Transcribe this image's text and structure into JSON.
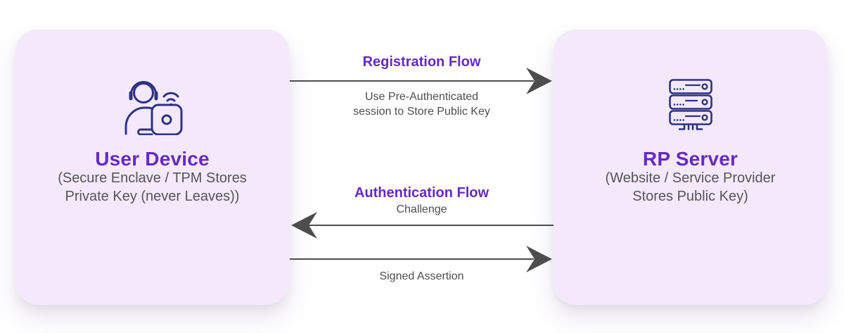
{
  "colors": {
    "box_bg": "#f3e9fb",
    "purple": "#6629c0",
    "icon_navy": "#2e3383",
    "flow_text": "#4e4e4e",
    "subtitle_text": "#555555",
    "arrow": "#4d4d4d"
  },
  "nodes": {
    "user_device": {
      "title": "User Device",
      "subtitle_lines": [
        "(Secure Enclave / TPM Stores",
        "Private Key (never Leaves))"
      ],
      "icon": "user-at-laptop-icon"
    },
    "rp_server": {
      "title": "RP Server",
      "subtitle_lines": [
        "(Website / Service Provider",
        "Stores Public Key)"
      ],
      "icon": "server-rack-icon"
    }
  },
  "flows": {
    "registration": {
      "label": "Registration Flow",
      "description_lines": [
        "Use Pre-Authenticated",
        "session to Store Public Key"
      ],
      "direction": "left-to-right"
    },
    "authentication": {
      "label": "Authentication Flow",
      "description": "Challenge",
      "direction": "right-to-left"
    },
    "signed_assertion": {
      "description": "Signed Assertion",
      "direction": "left-to-right"
    }
  }
}
